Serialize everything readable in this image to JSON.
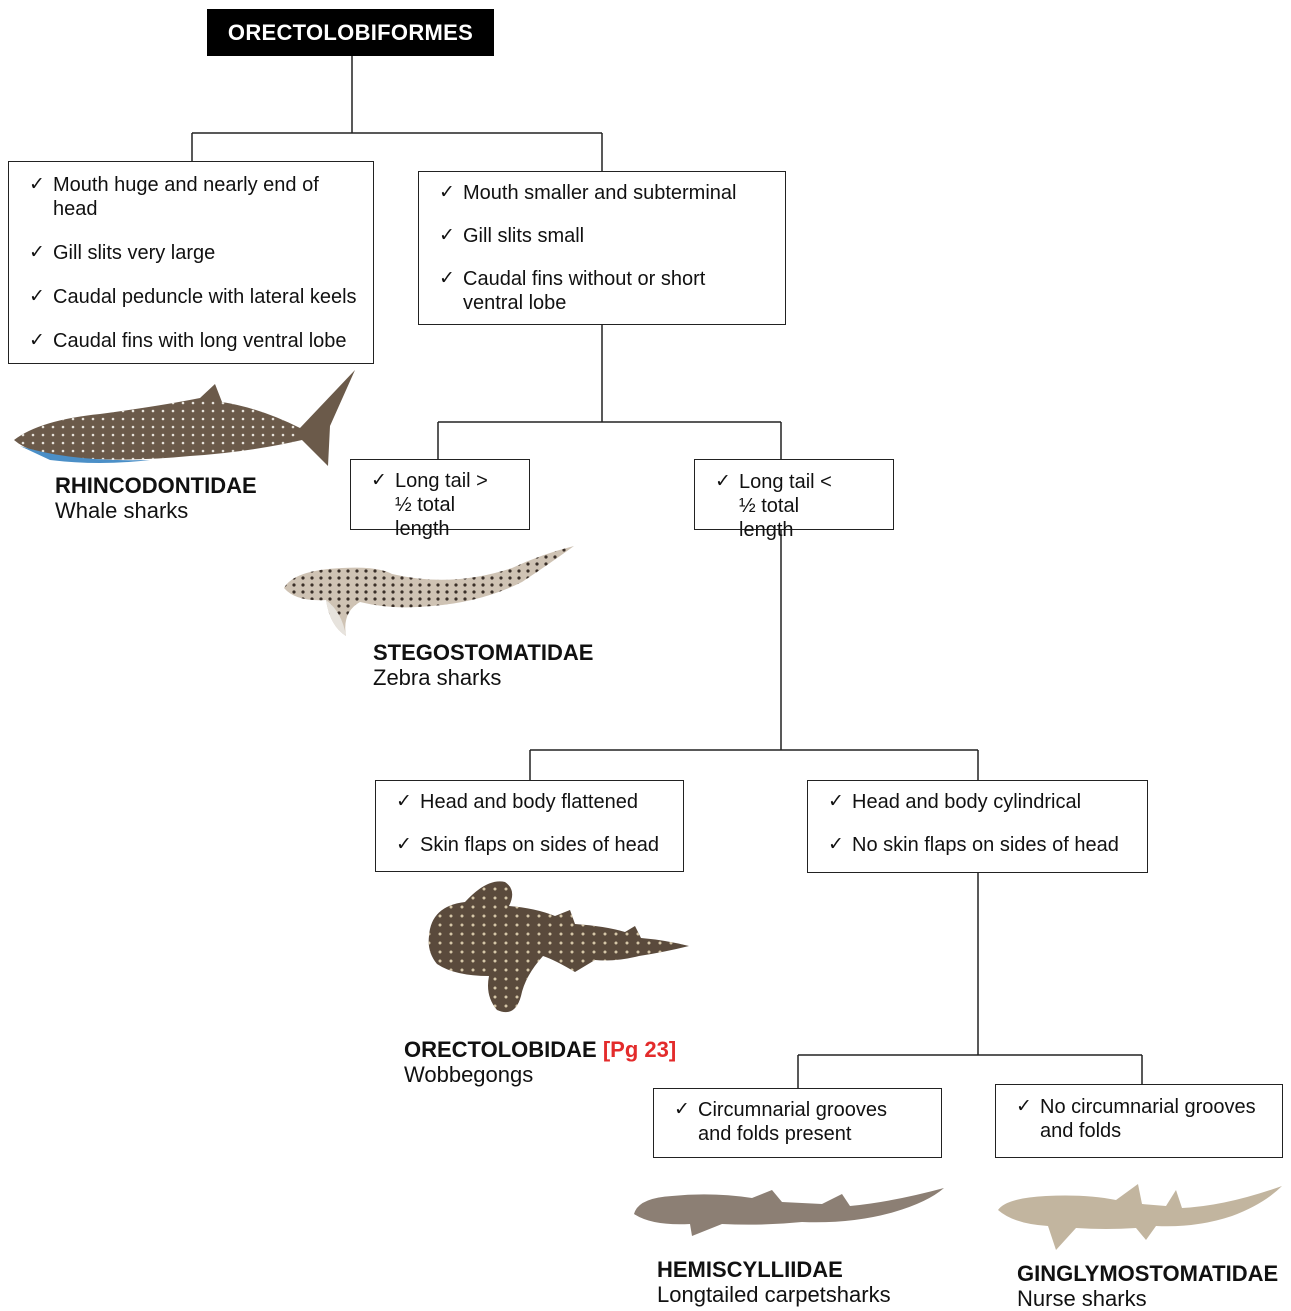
{
  "root": {
    "label": "ORECTOLOBIFORMES"
  },
  "nodes": {
    "rhincodon_criteria": {
      "items": [
        "Mouth huge and nearly end of head",
        "Gill slits very large",
        "Caudal peduncle with lateral keels",
        "Caudal fins with long ventral lobe"
      ]
    },
    "other_criteria": {
      "items": [
        "Mouth smaller and subterminal",
        "Gill slits small",
        "Caudal fins without or short ventral lobe"
      ]
    },
    "long_tail_ge": {
      "items": [
        "Long tail > ½ total length"
      ]
    },
    "long_tail_lt": {
      "items": [
        "Long tail < ½ total length"
      ]
    },
    "flattened": {
      "items": [
        "Head and body flattened",
        "Skin flaps on sides of head"
      ]
    },
    "cylindrical": {
      "items": [
        "Head and body cylindrical",
        "No skin flaps on sides of head"
      ]
    },
    "grooves": {
      "items": [
        "Circumnarial grooves and folds present"
      ]
    },
    "no_grooves": {
      "items": [
        "No circumnarial grooves and folds"
      ]
    }
  },
  "check_mark": "✓",
  "taxa": {
    "rhincodontidae": {
      "family": "RHINCODONTIDAE",
      "common": "Whale sharks"
    },
    "stegostomatidae": {
      "family": "STEGOSTOMATIDAE",
      "common": "Zebra sharks"
    },
    "orectolobidae": {
      "family": "ORECTOLOBIDAE",
      "page_ref": "[Pg 23]",
      "common": "Wobbegongs"
    },
    "hemiscylliidae": {
      "family": "HEMISCYLLIIDAE",
      "common": "Longtailed carpetsharks"
    },
    "ginglymostomatidae": {
      "family": "GINGLYMOSTOMATIDAE",
      "common": "Nurse sharks"
    }
  },
  "colors": {
    "page_ref": "#e32b2b",
    "root_bg": "#000000",
    "line": "#222222"
  }
}
